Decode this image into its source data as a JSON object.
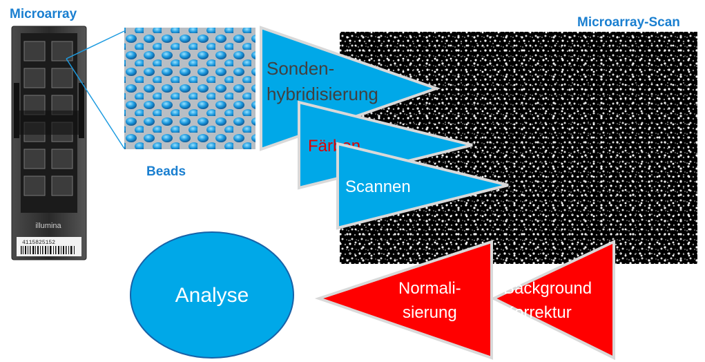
{
  "labels": {
    "microarray": "Microarray",
    "beads": "Beads",
    "scan": "Microarray-Scan",
    "chip_brand": "illumina",
    "barcode_number": "4115825152"
  },
  "steps": {
    "step1_line1": "Sonden-",
    "step1_line2": "hybridisierung",
    "step2": "Färben",
    "step3": "Scannen",
    "step4_line1": "Background",
    "step4_line2": "Korrektur",
    "step5_line1": "Normali-",
    "step5_line2": "sierung",
    "analysis": "Analyse"
  },
  "colors": {
    "blue": "#00a8e8",
    "red": "#ff0000",
    "label_blue": "#1a7fd0",
    "step1_text": "#404040",
    "step2_text": "#e00000",
    "white_text": "#ffffff"
  }
}
